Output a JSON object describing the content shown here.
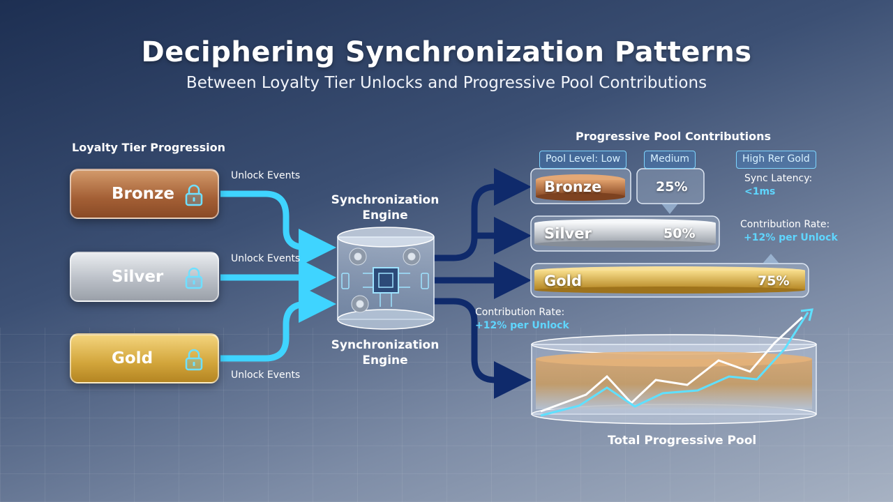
{
  "header": {
    "title": "Deciphering Synchronization Patterns",
    "subtitle": "Between Loyalty Tier Unlocks and Progressive Pool Contributions"
  },
  "tiers": {
    "section_label": "Loyalty Tier Progression",
    "items": [
      {
        "label": "Bronze",
        "icon": "lock-icon"
      },
      {
        "label": "Silver",
        "icon": "lock-icon"
      },
      {
        "label": "Gold",
        "icon": "lock-icon"
      }
    ],
    "unlock_label": "Unlock Events"
  },
  "engine": {
    "label_top": "Synchronization Engine",
    "label_bottom": "Synchronization Engine",
    "icons": [
      "gear-icon",
      "chip-icon"
    ]
  },
  "pool": {
    "section_label": "Progressive Pool Contributions",
    "pills": [
      "Pool Level: Low",
      "Medium",
      "High Rer Gold"
    ],
    "levels": [
      {
        "label": "Bronze",
        "percent": "25%"
      },
      {
        "label": "Silver",
        "percent": "50%"
      },
      {
        "label": "Gold",
        "percent": "75%"
      }
    ],
    "sync_latency_label": "Sync Latency:",
    "sync_latency_value": "<1ms",
    "contribution_rate_label": "Contribution Rate:",
    "contribution_rate_value": "+12% per Unlock",
    "contribution_rate_label_2": "Contribution Rate:",
    "contribution_rate_value_2": "+12% per Unlock",
    "total_label": "Total Progressive Pool"
  },
  "colors": {
    "arrow_cyan": "#3fd4ff",
    "arrow_navy": "#0f2a6b",
    "bronze": "#a35f35",
    "silver": "#b7bcc4",
    "gold": "#d2a53b"
  }
}
